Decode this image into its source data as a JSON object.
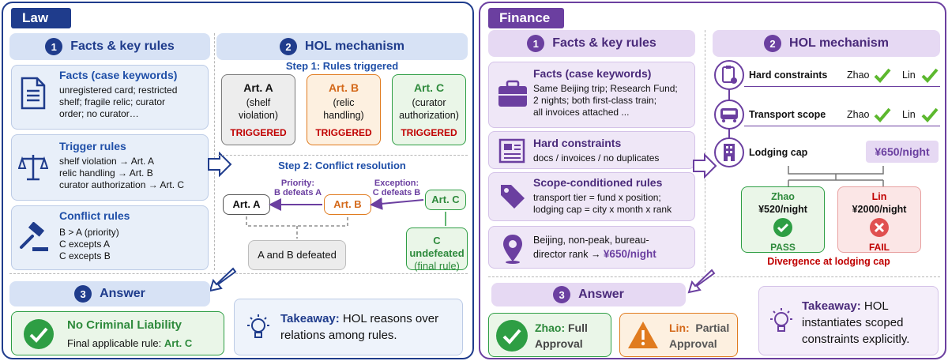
{
  "law": {
    "tag": "Law",
    "sec1": {
      "num": "1",
      "title": "Facts & key rules"
    },
    "sec2": {
      "num": "2",
      "title": "HOL mechanism"
    },
    "sec3": {
      "num": "3",
      "title": "Answer"
    },
    "facts": {
      "title": "Facts (case keywords)",
      "lines": [
        "unregistered card; restricted",
        "shelf; fragile relic; curator",
        "order; no curator…"
      ]
    },
    "trigger": {
      "title": "Trigger rules",
      "lines": [
        "shelf violation → Art. A",
        "relic handling → Art. B",
        "curator authorization → Art. C"
      ]
    },
    "conflict": {
      "title": "Conflict rules",
      "lines": [
        "B > A (priority)",
        "C excepts A",
        "C excepts B"
      ]
    },
    "step1": "Step 1: Rules triggered",
    "arts": [
      {
        "name": "Art. A",
        "desc1": "(shelf",
        "desc2": "violation)",
        "status": "TRIGGERED"
      },
      {
        "name": "Art. B",
        "desc1": "(relic",
        "desc2": "handling)",
        "status": "TRIGGERED"
      },
      {
        "name": "Art. C",
        "desc1": "(curator",
        "desc2": "authorization)",
        "status": "TRIGGERED"
      }
    ],
    "step2": "Step 2: Conflict resolution",
    "priority": {
      "l1": "Priority:",
      "l2": "B defeats A"
    },
    "exception": {
      "l1": "Exception:",
      "l2": "C defeats B"
    },
    "nodeA": "Art. A",
    "nodeB": "Art. B",
    "nodeC": "Art. C",
    "defeated": "A and B defeated",
    "undefeated": {
      "l1": "C undefeated",
      "l2": "(final rule)"
    },
    "answer": {
      "title": "No Criminal Liability",
      "sub": "Final applicable rule: ",
      "rule": "Art. C"
    },
    "takeaway": {
      "bold": "Takeaway:",
      "l1": " HOL reasons over",
      "l2": "relations among rules."
    }
  },
  "finance": {
    "tag": "Finance",
    "sec1": {
      "num": "1",
      "title": "Facts & key rules"
    },
    "sec2": {
      "num": "2",
      "title": "HOL mechanism"
    },
    "sec3": {
      "num": "3",
      "title": "Answer"
    },
    "facts": {
      "title": "Facts (case keywords)",
      "lines": [
        "Same Beijing trip; Research Fund;",
        "2 nights; both first-class train;",
        "all invoices attached ..."
      ]
    },
    "hard": {
      "title": "Hard constraints",
      "lines": [
        "docs / invoices / no duplicates"
      ]
    },
    "scope": {
      "title": "Scope-conditioned rules",
      "lines": [
        "transport tier = fund x position;",
        "lodging cap = city x month x rank"
      ]
    },
    "location": {
      "l1": "Beijing, non-peak, bureau-",
      "l2": "director rank → ",
      "cap": "¥650/night"
    },
    "hc_row": {
      "label": "Hard constraints",
      "p1": "Zhao",
      "p2": "Lin"
    },
    "ts_row": {
      "label": "Transport scope",
      "p1": "Zhao",
      "p2": "Lin"
    },
    "lc_row": {
      "label": "Lodging cap",
      "cap": "¥650/night"
    },
    "zhao": {
      "name": "Zhao",
      "price": "¥520/night",
      "result": "PASS"
    },
    "lin": {
      "name": "Lin",
      "price": "¥2000/night",
      "result": "FAIL"
    },
    "divergence": "Divergence at lodging cap",
    "ans1": {
      "l1": "Zhao:",
      "l1b": " Full",
      "l2": "Approval"
    },
    "ans2": {
      "l1": "Lin:",
      "l1b": "  Partial",
      "l2": "Approval"
    },
    "takeaway": {
      "bold": "Takeaway:",
      "l1": " HOL",
      "l2": "instantiates scoped",
      "l3": "constraints explicitly."
    }
  },
  "colors": {
    "law": "#1f3c8c",
    "finance": "#6b3fa0",
    "green": "#2e9e44",
    "red": "#c00000",
    "orange": "#e07b1f"
  }
}
